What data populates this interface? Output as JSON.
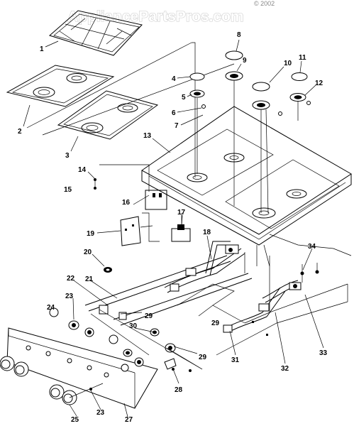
{
  "watermark": "AppliancePartsPros.com",
  "copyright": "© 2002",
  "callouts": [
    "1",
    "2",
    "3",
    "4",
    "5",
    "6",
    "7",
    "8",
    "9",
    "10",
    "11",
    "12",
    "13",
    "14",
    "15",
    "16",
    "17",
    "18",
    "19",
    "20",
    "21",
    "22",
    "23",
    "24",
    "29",
    "30",
    "29",
    "31",
    "32",
    "33",
    "34",
    "28",
    "29",
    "23",
    "25",
    "27"
  ]
}
